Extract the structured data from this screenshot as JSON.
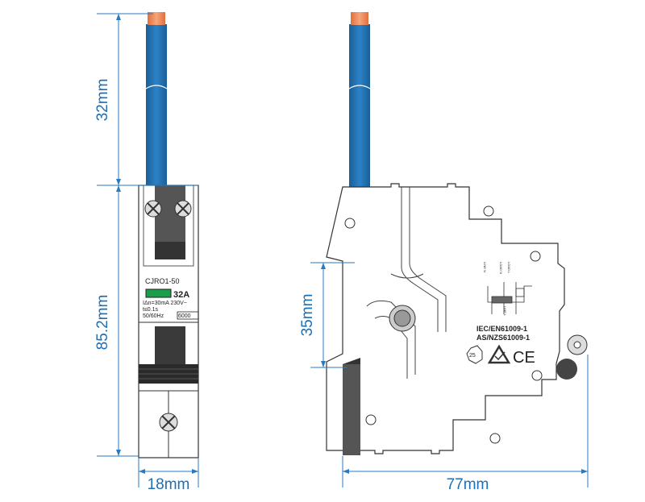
{
  "dimensions": {
    "cable_length": "32mm",
    "height": "85.2mm",
    "width": "18mm",
    "lever_height": "35mm",
    "depth": "77mm"
  },
  "front_label": {
    "model": "CJRO1-50",
    "rating": "32A",
    "line1": "IΔn=30mA  230V~",
    "line2": "t≤0.1s",
    "line3": "50/60Hz",
    "capacity": "6000"
  },
  "side_label": {
    "standard1": "IEC/EN61009-1",
    "standard2": "AS/NZS61009-1",
    "temp": "25",
    "wiring_labels": [
      "LINE N",
      "LOAD N",
      "LOAD L",
      "LINE L"
    ]
  },
  "colors": {
    "dimension": "#1f6fb2",
    "cable": "#1f6fae",
    "cable_tip": "#f08a5d",
    "indicator": "#1a9e4a"
  }
}
